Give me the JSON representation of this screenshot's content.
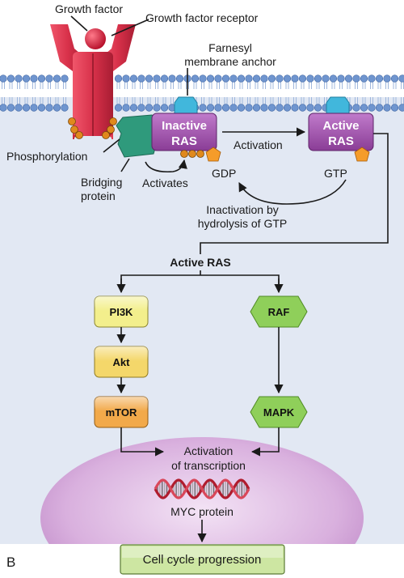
{
  "panel_letter": "B",
  "labels": {
    "growth_factor": "Growth factor",
    "growth_factor_receptor": "Growth factor receptor",
    "farnesyl_line1": "Farnesyl",
    "farnesyl_line2": "membrane anchor",
    "phosphorylation": "Phosphorylation",
    "bridging_line1": "Bridging",
    "bridging_line2": "protein",
    "activates": "Activates",
    "gdp": "GDP",
    "gtp": "GTP",
    "activation": "Activation",
    "inactivation_line1": "Inactivation by",
    "inactivation_line2": "hydrolysis of GTP",
    "active_ras_heading": "Active RAS",
    "transcription_line1": "Activation",
    "transcription_line2": "of transcription",
    "myc_protein": "MYC protein"
  },
  "ras": {
    "inactive_line1": "Inactive",
    "inactive_line2": "RAS",
    "active_line1": "Active",
    "active_line2": "RAS"
  },
  "pathway": {
    "pi3k": "PI3K",
    "akt": "Akt",
    "mtor": "mTOR",
    "raf": "RAF",
    "mapk": "MAPK"
  },
  "output": "Cell cycle progression",
  "colors": {
    "cytoplasm": "#e2e8f3",
    "membrane_head": "#6f95cf",
    "receptor": "#d8314a",
    "growth_factor": "#c8102e",
    "ras": "#a455b0",
    "anchor": "#41b7dc",
    "bridging": "#2f9a7c",
    "phosphate": "#e0891d",
    "gdp_gtp": "#f59c2a",
    "pi3k": "#f3ef8c",
    "akt": "#f4d76a",
    "mtor": "#f2a94a",
    "raf_mapk": "#8fcf5a",
    "nucleus": "#d3a6d9",
    "output_box": "#cde6a2"
  }
}
